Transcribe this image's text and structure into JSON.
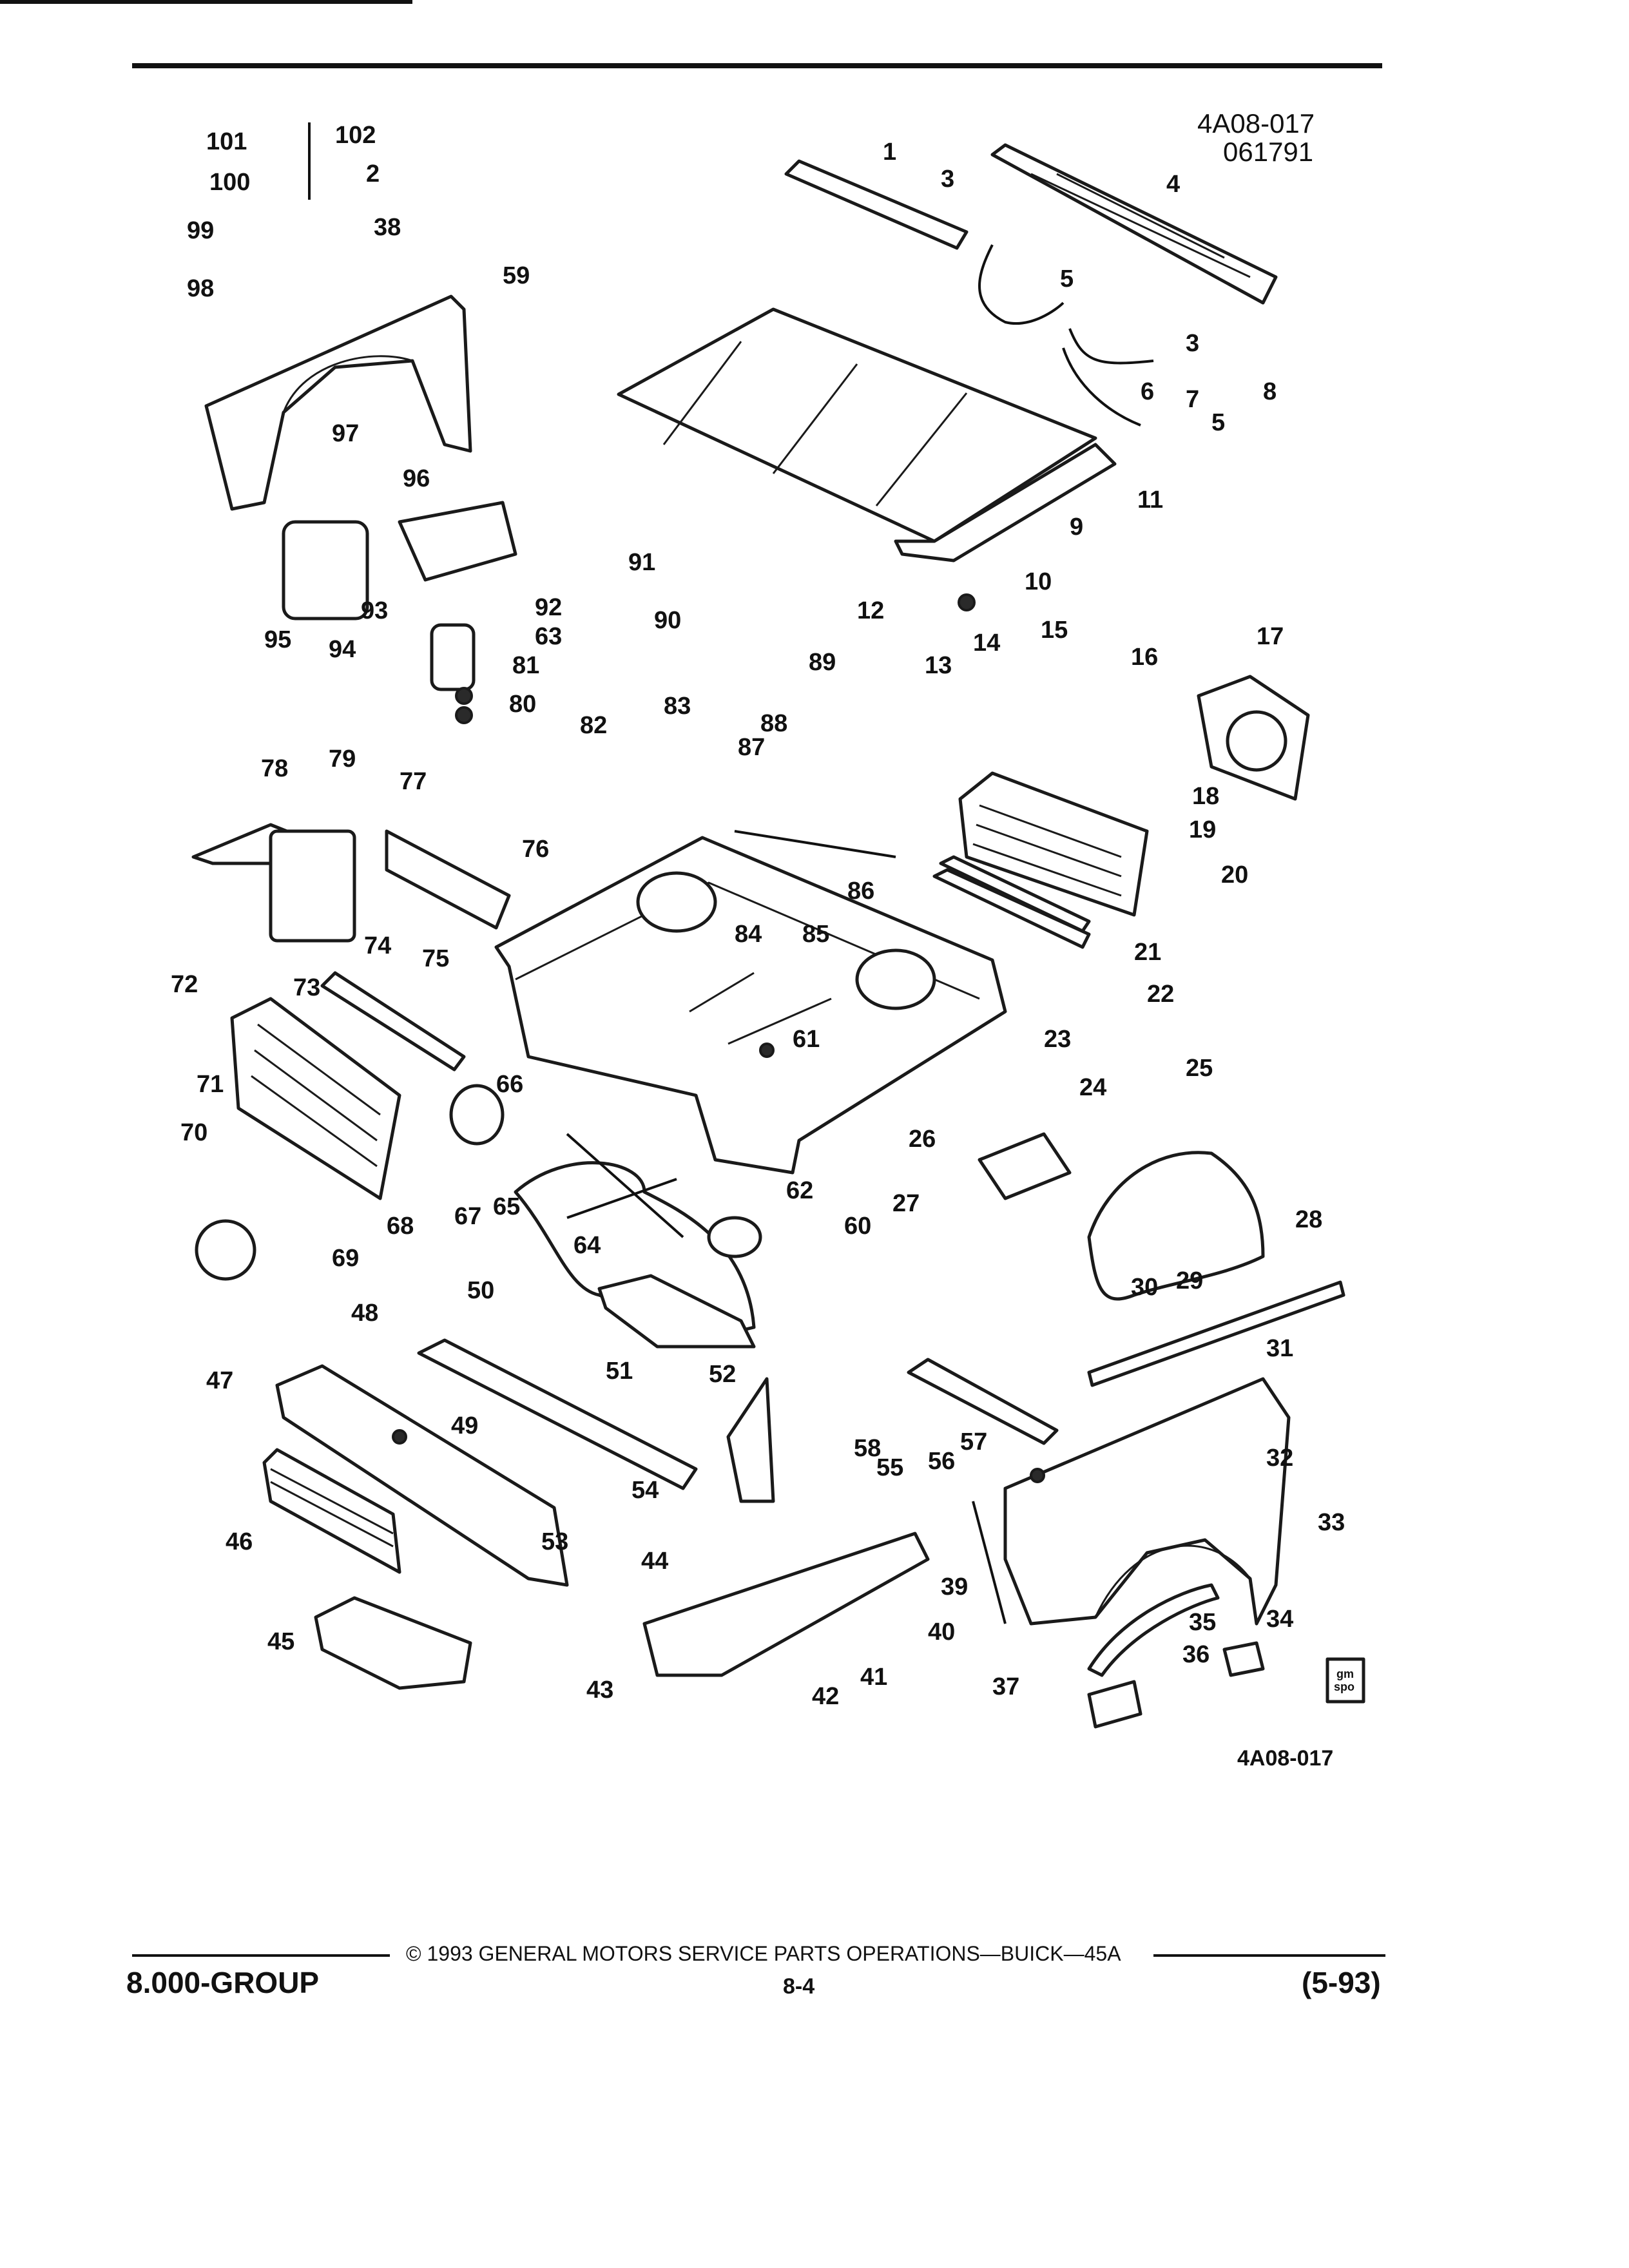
{
  "header": {
    "ref_code": "4A08-017",
    "date_code": "061791"
  },
  "figure": {
    "bottom_ref": "4A08-017",
    "callouts": [
      "1",
      "2",
      "3",
      "3",
      "4",
      "5",
      "5",
      "6",
      "7",
      "8",
      "9",
      "10",
      "11",
      "12",
      "13",
      "14",
      "15",
      "16",
      "17",
      "18",
      "19",
      "20",
      "21",
      "22",
      "23",
      "24",
      "25",
      "26",
      "27",
      "28",
      "29",
      "30",
      "31",
      "32",
      "33",
      "34",
      "35",
      "36",
      "37",
      "38",
      "39",
      "40",
      "41",
      "42",
      "43",
      "44",
      "45",
      "46",
      "47",
      "48",
      "49",
      "50",
      "51",
      "52",
      "53",
      "54",
      "55",
      "56",
      "57",
      "58",
      "59",
      "60",
      "61",
      "62",
      "63",
      "64",
      "65",
      "66",
      "67",
      "68",
      "69",
      "70",
      "71",
      "72",
      "73",
      "74",
      "75",
      "76",
      "77",
      "78",
      "79",
      "80",
      "81",
      "82",
      "83",
      "84",
      "85",
      "86",
      "87",
      "88",
      "89",
      "90",
      "91",
      "92",
      "93",
      "94",
      "95",
      "96",
      "97",
      "98",
      "99",
      "100",
      "101",
      "102"
    ],
    "badge": {
      "line1": "gm",
      "line2": "spo"
    }
  },
  "footer": {
    "copyright": "© 1993 GENERAL MOTORS SERVICE PARTS OPERATIONS—BUICK—45A",
    "group": "8.000-GROUP",
    "page": "8-4",
    "revision": "(5-93)"
  }
}
